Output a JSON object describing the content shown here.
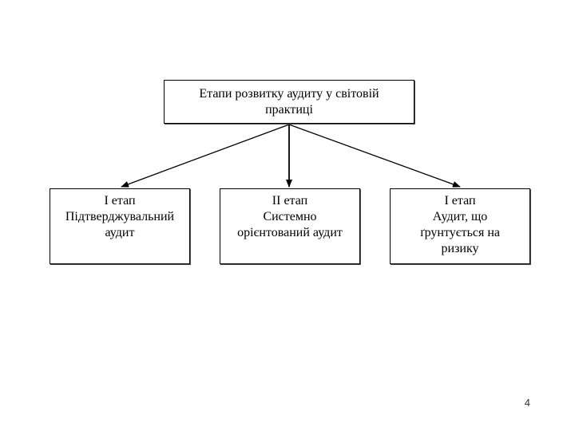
{
  "diagram": {
    "root": {
      "lines": [
        "Етапи розвитку аудиту у світовій",
        "практиці"
      ]
    },
    "stages": [
      {
        "lines": [
          "І етап",
          "Підтверджувальний",
          "аудит"
        ]
      },
      {
        "lines": [
          "ІІ етап",
          "Системно",
          "орієнтований аудит"
        ]
      },
      {
        "lines": [
          "І етап",
          "Аудит, що",
          "ґрунтується на",
          "ризику"
        ]
      }
    ]
  },
  "page_number": "4"
}
